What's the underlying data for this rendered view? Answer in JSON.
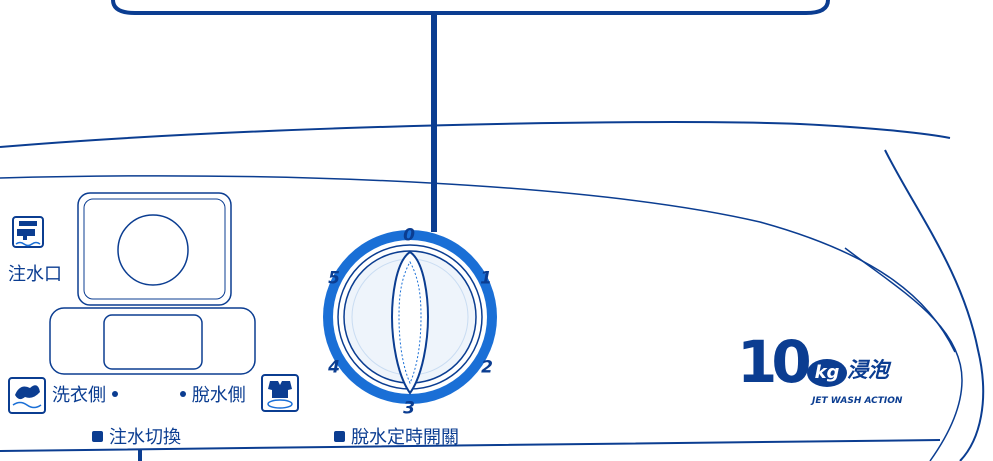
{
  "colors": {
    "primary": "#0b3d91",
    "accent": "#1a6fd6",
    "line": "#0b3d91",
    "dial_face": "#eef4fb"
  },
  "labels": {
    "water_inlet": "注水口",
    "wash_side": "洗衣側",
    "spin_side": "脫水側",
    "water_switch": "注水切換",
    "spin_timer": "脫水定時開關"
  },
  "dial": {
    "numbers": [
      "0",
      "1",
      "2",
      "3",
      "4",
      "5"
    ]
  },
  "brand": {
    "capacity": "10",
    "unit": "kg",
    "title": "浸泡",
    "subtitle": "JET WASH ACTION"
  },
  "icons": {
    "faucet": "faucet-icon",
    "wash": "wash-tub-icon",
    "spin": "spin-tub-icon"
  }
}
